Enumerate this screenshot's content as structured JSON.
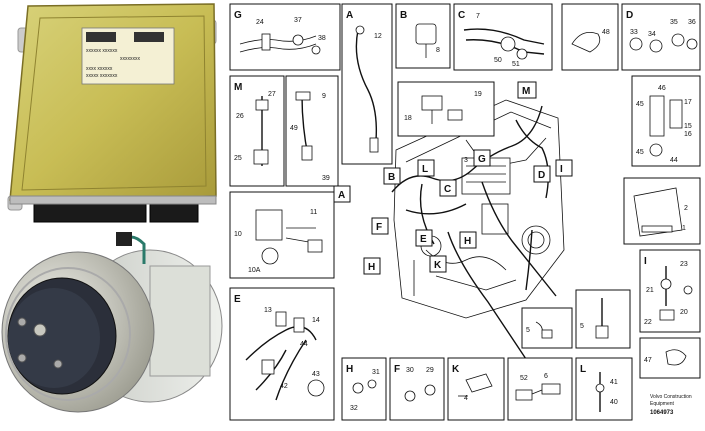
{
  "ecu_photo": {
    "label_lines": [
      "xxxxxxxxxxx",
      "xxxxxx  xxxxxx",
      "xxxxxxxx",
      "xxxxx",
      "xxxx xxxxxx",
      "xxxxx xxxxxxx"
    ]
  },
  "diagram": {
    "callouts": {
      "G": "G",
      "A": "A",
      "B": "B",
      "C": "C",
      "D": "D",
      "M": "M",
      "E": "E",
      "H": "H",
      "F": "F",
      "K": "K",
      "L": "L",
      "I": "I"
    },
    "part_numbers": {
      "p24": "24",
      "p37": "37",
      "p38": "38",
      "p12": "12",
      "p8": "8",
      "p7": "7",
      "p50": "50",
      "p51": "51",
      "p48": "48",
      "p33": "33",
      "p34": "34",
      "p35": "35",
      "p36": "36",
      "p27": "27",
      "p26": "26",
      "p25": "25",
      "p9": "9",
      "p49": "49",
      "p19": "19",
      "p18": "18",
      "p45": "45",
      "p46": "46",
      "p17": "17",
      "p15": "15",
      "p16": "16",
      "p44": "44",
      "p3": "3",
      "p2": "2",
      "p1": "1",
      "p10": "10",
      "p10a": "10A",
      "p11": "11",
      "p13": "13",
      "p14": "14",
      "p42": "42",
      "p43": "43",
      "p4": "4",
      "p5": "5",
      "p20": "20",
      "p23": "23",
      "p21": "21",
      "p22": "22",
      "p47": "47",
      "p39": "39",
      "p31": "31",
      "p32": "32",
      "p30": "30",
      "p29": "29",
      "p52": "52",
      "p6": "6",
      "p41": "41",
      "p40": "40"
    },
    "footer": {
      "line1": "Volvo Construction",
      "line2": "Equipment",
      "code": "1064973"
    }
  }
}
